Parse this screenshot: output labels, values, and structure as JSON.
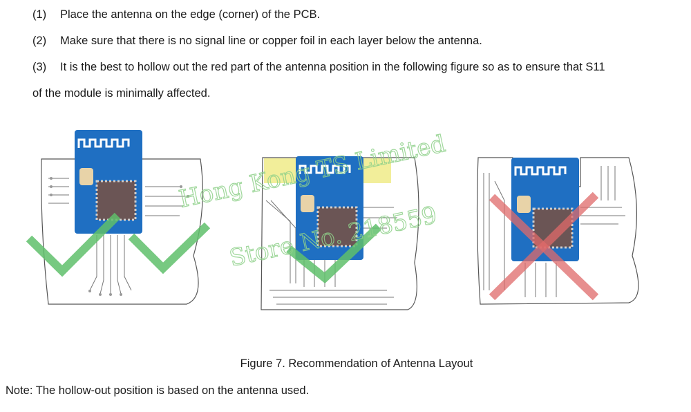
{
  "instructions": [
    {
      "num": "(1)",
      "text": "Place the antenna on the edge (corner) of the PCB."
    },
    {
      "num": "(2)",
      "text": "Make sure that there is no signal line or copper foil in each layer below the antenna."
    },
    {
      "num": "(3)",
      "text": "It is the best to hollow out the red part of the antenna position in the following figure so as to ensure that S11",
      "continuation": "of the module is minimally affected."
    }
  ],
  "figure": {
    "caption": "Figure 7. Recommendation of Antenna Layout",
    "panels": [
      {
        "mark": "check",
        "status_color": "#5fbf6b"
      },
      {
        "mark": "check",
        "status_color": "#5fbf6b"
      },
      {
        "mark": "cross",
        "status_color": "#e06a6a"
      }
    ],
    "colors": {
      "module": "#1f6fc2",
      "antenna": "#ffffff",
      "chip": "#6b5555",
      "keepout": "#f2ee9a"
    }
  },
  "watermark": {
    "line1": "Hong Kong TS Limited",
    "line2": "Store No. 218559"
  },
  "note": "Note: The hollow-out position is based on the antenna used."
}
